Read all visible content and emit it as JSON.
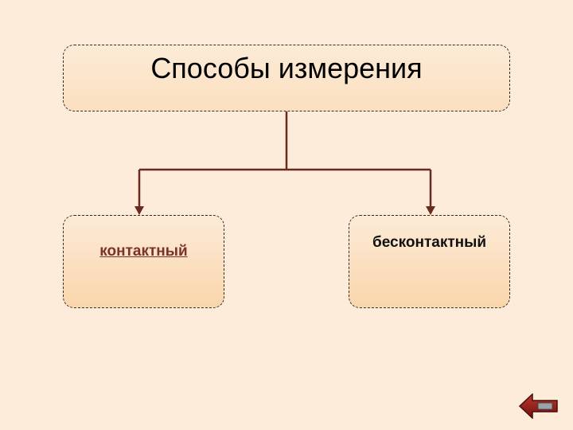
{
  "diagram": {
    "title": "Способы измерения",
    "children": [
      {
        "label": "контактный",
        "link": true
      },
      {
        "label": "бесконтактный",
        "link": false
      }
    ]
  },
  "colors": {
    "background": "#fdecd9",
    "box_gradient_top": "#fdebd7",
    "box_gradient_bottom": "#f9d6ac",
    "border": "#3a2a24",
    "connector": "#6b2a20",
    "link_text": "#7a3327",
    "plain_text": "#111111",
    "back_button": "#8b1e1e"
  },
  "icons": {
    "back_button": "left-arrow-icon"
  }
}
